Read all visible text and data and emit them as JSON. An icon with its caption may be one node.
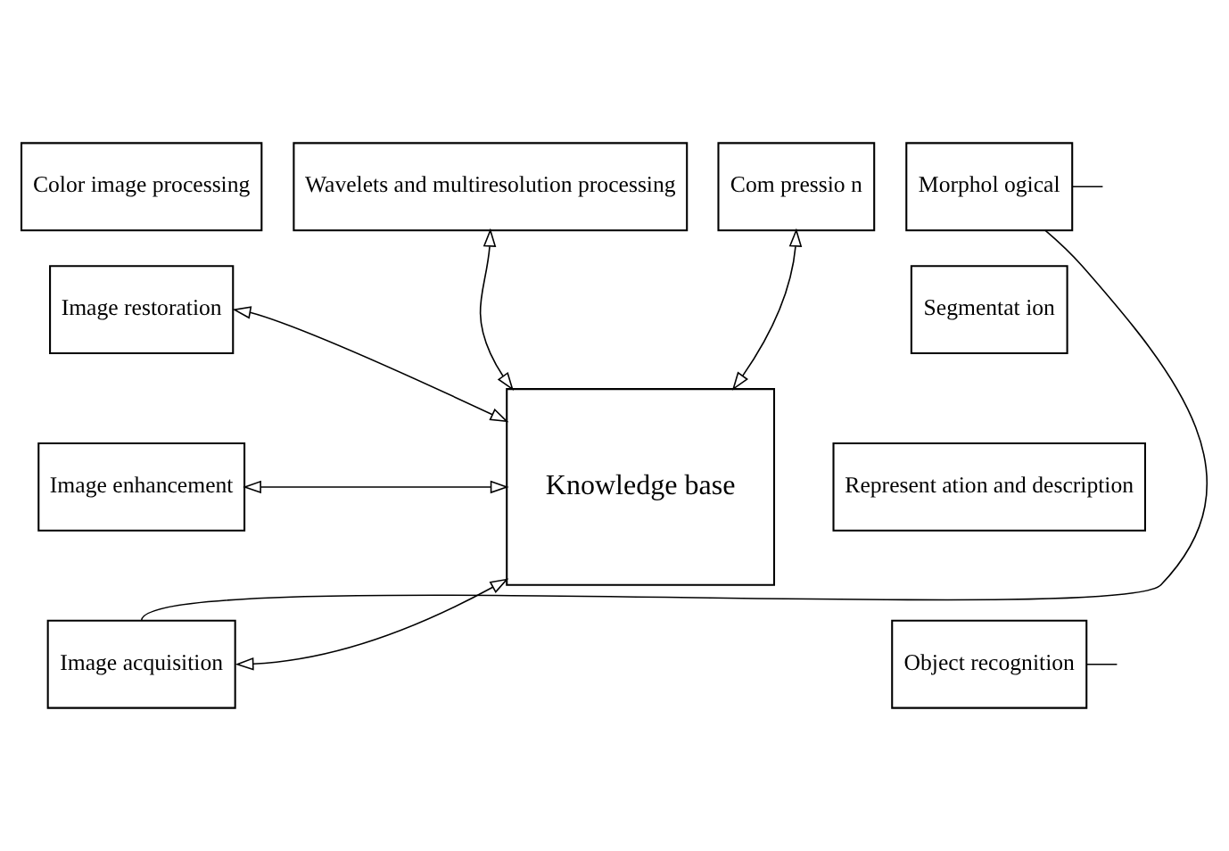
{
  "diagram": {
    "nodes": [
      {
        "text": [
          "Color image processing"
        ]
      },
      {
        "text": [
          "Wavelets and multiresolution processing"
        ]
      },
      {
        "text": [
          "Com pressio n"
        ]
      },
      {
        "text": [
          "Morphol ogical"
        ]
      },
      {
        "text": [
          "Image restoration"
        ]
      },
      {
        "text": [
          "Knowledge base"
        ]
      },
      {
        "text": [
          "Segmentat ion"
        ]
      },
      {
        "text": [
          "Image enhancement"
        ]
      },
      {
        "text": [
          "Represent ation and description"
        ]
      },
      {
        "text": [
          "Image acquisition"
        ]
      },
      {
        "text": [
          "Object recognition"
        ]
      }
    ],
    "edges": [
      {
        "from": 5,
        "to": 1,
        "arrow": "both"
      },
      {
        "from": 5,
        "to": 2,
        "arrow": "both"
      },
      {
        "from": 5,
        "to": 4,
        "arrow": "both"
      },
      {
        "from": 5,
        "to": 7,
        "arrow": "both"
      },
      {
        "from": 5,
        "to": 9,
        "arrow": "both"
      },
      {
        "from": 9,
        "to": 3,
        "arrow": "none"
      },
      {
        "from": 3,
        "to": null,
        "arrow": "none"
      },
      {
        "from": 10,
        "to": null,
        "arrow": "none"
      }
    ]
  }
}
